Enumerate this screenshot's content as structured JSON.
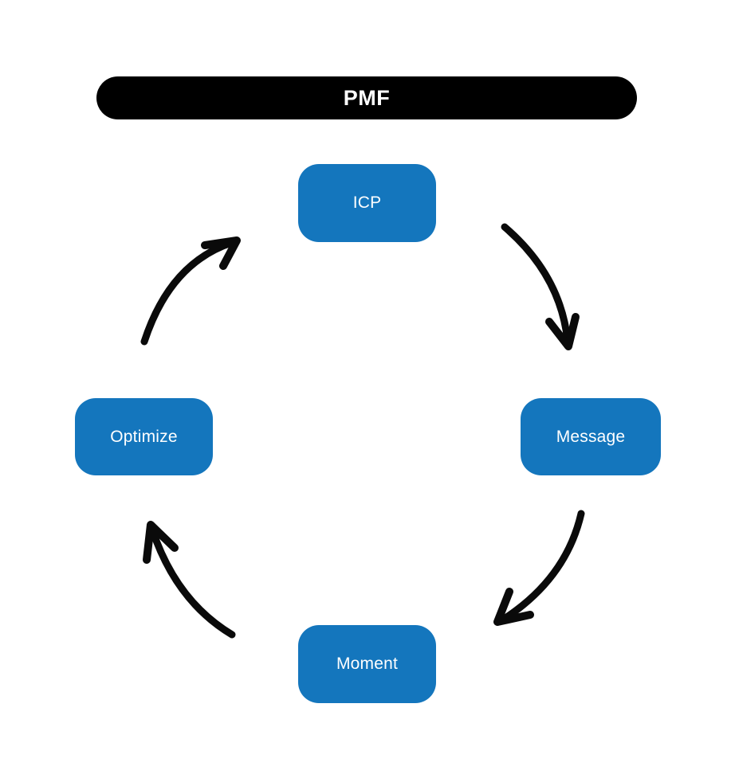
{
  "title": {
    "label": "PMF"
  },
  "colors": {
    "node_blue": "#1476bd",
    "pill_black": "#000000",
    "text_white": "#ffffff",
    "arrow_black": "#0a0a0a",
    "canvas_bg": "#ffffff"
  },
  "cycle": {
    "description": "Circular four-step loop under the PMF heading, clockwise from top",
    "nodes": [
      {
        "id": "icp",
        "label": "ICP",
        "position": "top"
      },
      {
        "id": "message",
        "label": "Message",
        "position": "right"
      },
      {
        "id": "moment",
        "label": "Moment",
        "position": "bottom"
      },
      {
        "id": "optimize",
        "label": "Optimize",
        "position": "left"
      }
    ],
    "arrows": [
      {
        "from": "icp",
        "to": "message",
        "direction": "clockwise"
      },
      {
        "from": "message",
        "to": "moment",
        "direction": "clockwise"
      },
      {
        "from": "moment",
        "to": "optimize",
        "direction": "clockwise"
      },
      {
        "from": "optimize",
        "to": "icp",
        "direction": "clockwise"
      }
    ]
  }
}
